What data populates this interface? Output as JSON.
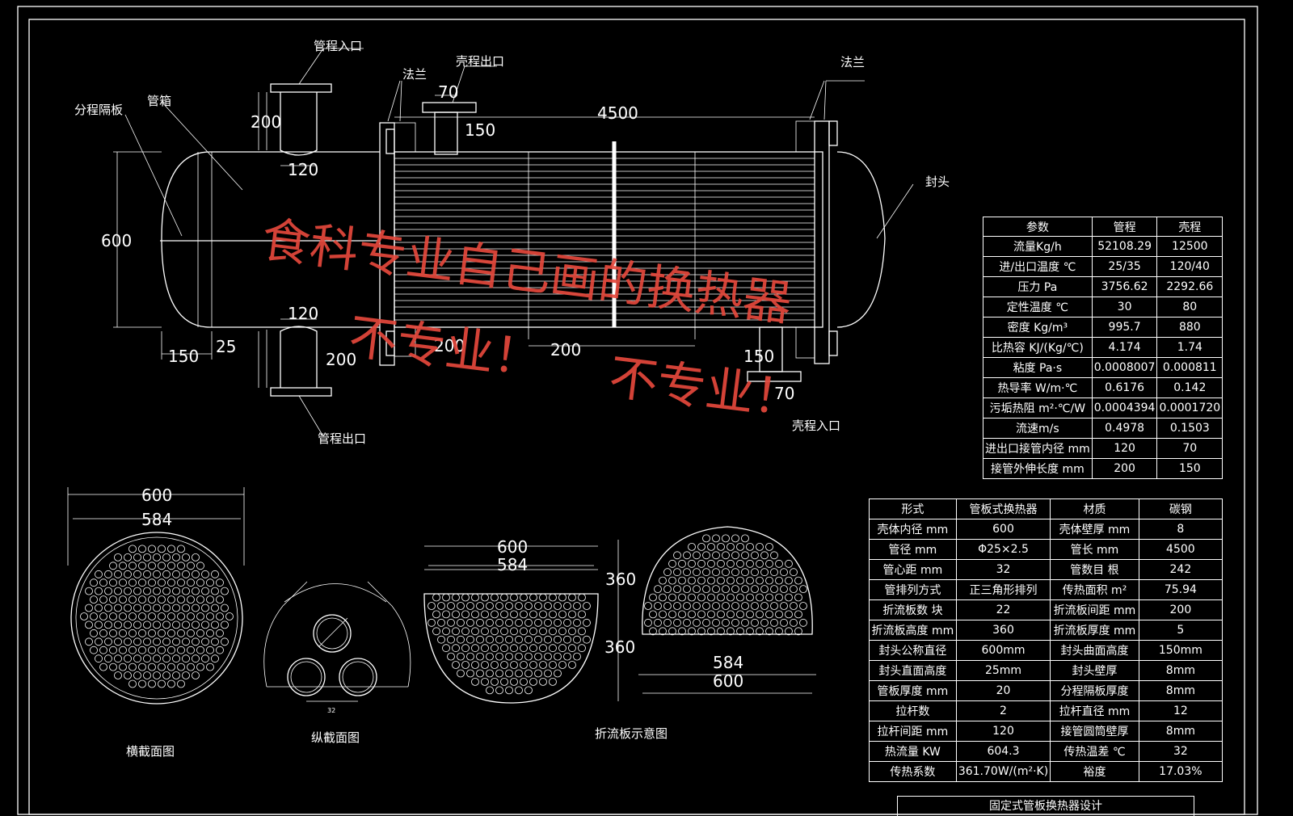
{
  "drawing": {
    "labels": {
      "tube_inlet": "管程入口",
      "tube_outlet": "管程出口",
      "shell_outlet": "壳程出口",
      "shell_inlet": "壳程入口",
      "flange_left": "法兰",
      "flange_right": "法兰",
      "partition": "分程隔板",
      "channel": "管箱",
      "head": "封头"
    },
    "dims": {
      "d4500": "4500",
      "d70": "70",
      "d150_top": "150",
      "d200_top": "200",
      "d120_top": "120",
      "d600": "600",
      "d120_bot": "120",
      "d200_bot": "200",
      "d150_left": "150",
      "d25": "25",
      "d200_baffle_a": "200",
      "d200_baffle_b": "200",
      "d150_right": "150",
      "d70_right": "70"
    },
    "views": {
      "cross_section": "横截面图",
      "longitudinal": "纵截面图",
      "baffle": "折流板示意图"
    },
    "view_dims": {
      "cs_600": "600",
      "cs_584": "584",
      "bf_600_a": "600",
      "bf_584_a": "584",
      "bf_360_a": "360",
      "bf_360_b": "360",
      "bf_584_b": "584",
      "bf_600_b": "600",
      "pitch": "32"
    }
  },
  "param_table": {
    "header": [
      "参数",
      "管程",
      "壳程"
    ],
    "rows": [
      [
        "流量Kg/h",
        "52108.29",
        "12500"
      ],
      [
        "进/出口温度 ℃",
        "25/35",
        "120/40"
      ],
      [
        "压力 Pa",
        "3756.62",
        "2292.66"
      ],
      [
        "定性温度 ℃",
        "30",
        "80"
      ],
      [
        "密度 Kg/m³",
        "995.7",
        "880"
      ],
      [
        "比热容 KJ/(Kg/℃)",
        "4.174",
        "1.74"
      ],
      [
        "粘度 Pa·s",
        "0.0008007",
        "0.000811"
      ],
      [
        "热导率 W/m·℃",
        "0.6176",
        "0.142"
      ],
      [
        "污垢热阻 m²·℃/W",
        "0.0004394",
        "0.0001720"
      ],
      [
        "流速m/s",
        "0.4978",
        "0.1503"
      ],
      [
        "进出口接管内径 mm",
        "120",
        "70"
      ],
      [
        "接管外伸长度 mm",
        "200",
        "150"
      ]
    ]
  },
  "spec_table": {
    "rows": [
      [
        "形式",
        "管板式换热器",
        "材质",
        "碳钢"
      ],
      [
        "壳体内径 mm",
        "600",
        "壳体壁厚 mm",
        "8"
      ],
      [
        "管径 mm",
        "Φ25×2.5",
        "管长 mm",
        "4500"
      ],
      [
        "管心距 mm",
        "32",
        "管数目 根",
        "242"
      ],
      [
        "管排列方式",
        "正三角形排列",
        "传热面积 m²",
        "75.94"
      ],
      [
        "折流板数 块",
        "22",
        "折流板间距 mm",
        "200"
      ],
      [
        "折流板高度 mm",
        "360",
        "折流板厚度 mm",
        "5"
      ],
      [
        "封头公称直径",
        "600mm",
        "封头曲面高度",
        "150mm"
      ],
      [
        "封头直面高度",
        "25mm",
        "封头壁厚",
        "8mm"
      ],
      [
        "管板厚度 mm",
        "20",
        "分程隔板厚度",
        "8mm"
      ],
      [
        "拉杆数",
        "2",
        "拉杆直径 mm",
        "12"
      ],
      [
        "拉杆间距 mm",
        "120",
        "接管圆筒壁厚",
        "8mm"
      ],
      [
        "热流量 KW",
        "604.3",
        "传热温差 ℃",
        "32"
      ],
      [
        "传热系数",
        "361.70W/(m²·K)",
        "裕度",
        "17.03%"
      ]
    ]
  },
  "title_block": "固定式管板换热器设计",
  "watermark": {
    "line1": "食科专业自己画的换热器",
    "line2": "不专业！",
    "line3": "不专业！",
    "color": "#e5483c"
  }
}
